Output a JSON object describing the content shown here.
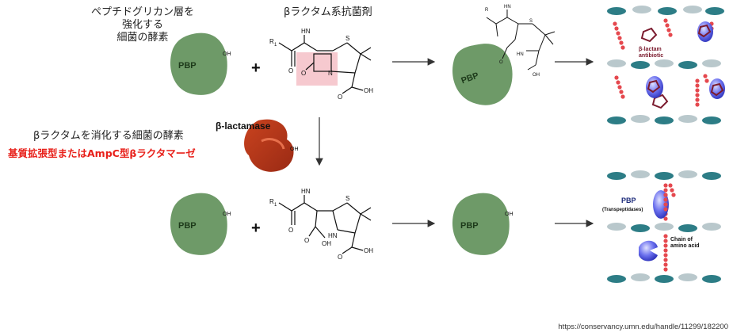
{
  "labels": {
    "pbp_desc_line1": "ペプチドグリカン層を",
    "pbp_desc_line2": "強化する",
    "pbp_desc_line3": "細菌の酵素",
    "beta_lactam_title": "βラクタム系抗菌剤",
    "lactamase_desc": "βラクタムを消化する細菌の酵素",
    "esbl_ampc": "基質拡張型またはAmpC型βラクタマーゼ",
    "beta_lactamase": "β-lactamase",
    "pbp": "PBP",
    "oh": "OH",
    "plus": "+",
    "r1": "R",
    "r1_sub": "1",
    "nh": "HN",
    "n": "N",
    "s": "S",
    "o": "O",
    "cooh": "OH",
    "beta_lactam_antibiotic_line1": "β-lactam",
    "beta_lactam_antibiotic_line2": "antibiotic",
    "pbp_transpeptidases_line1": "PBP",
    "pbp_transpeptidases_line2": "(Transpeptidases)",
    "chain_line1": "Chain of",
    "chain_line2": "amino acid"
  },
  "credit": "https://conservancy.umn.edu/handle/11299/182200",
  "colors": {
    "pbp_green": "#6e9a68",
    "lactamase_red": "#b8361c",
    "highlight": "#f6c9cf",
    "alert_red": "#e8201a",
    "chain_bead": "#e5484e",
    "glycan_teal": "#2d7d86",
    "pbp_blue": "#4e55e6"
  }
}
